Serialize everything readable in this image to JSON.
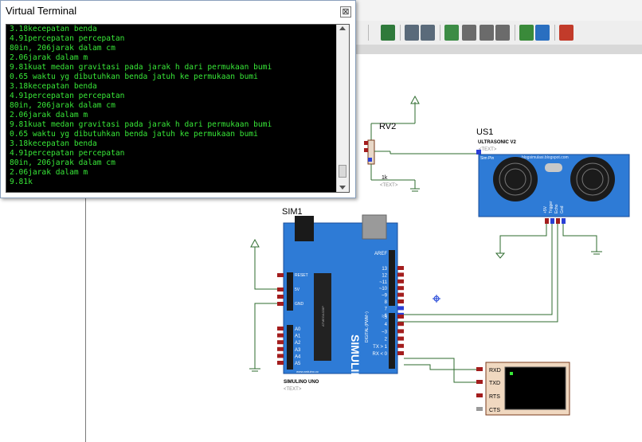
{
  "terminal": {
    "title": "Virtual Terminal",
    "close_glyph": "⊠",
    "lines": [
      "3.18kecepatan benda",
      "4.91percepatan percepatan",
      "80in, 206jarak dalam cm",
      "2.06jarak dalam m",
      "9.81kuat medan gravitasi pada jarak h dari permukaan bumi",
      "0.65 waktu yg dibutuhkan benda jatuh ke permukaan bumi",
      "3.18kecepatan benda",
      "4.91percepatan percepatan",
      "80in, 206jarak dalam cm",
      "2.06jarak dalam m",
      "9.81kuat medan gravitasi pada jarak h dari permukaan bumi",
      "0.65 waktu yg dibutuhkan benda jatuh ke permukaan bumi",
      "3.18kecepatan benda",
      "4.91percepatan percepatan",
      "80in, 206jarak dalam cm",
      "2.06jarak dalam m",
      "9.81k"
    ]
  },
  "schematic": {
    "rv2": {
      "ref": "RV2",
      "value": "1k",
      "text": "<TEXT>"
    },
    "us1": {
      "ref": "US1",
      "model": "ULTRASONIC V2",
      "text": "<TEXT>",
      "pin": "Sim Pin",
      "site": "blogsimulasi.blogspot.com",
      "pins": [
        "+5V",
        "Trigger",
        "Echo",
        "Gnd"
      ]
    },
    "sim1": {
      "ref": "SIM1",
      "model": "SIMULINO UNO",
      "text": "<TEXT>",
      "brand": "SIMULINO",
      "aref": "AREF",
      "digital_label": "DIGITAL (PWM~)",
      "left_pins": [
        "RESET",
        "5V",
        "GND"
      ],
      "analog_pins": [
        "A0",
        "A1",
        "A2",
        "A3",
        "A4",
        "A5"
      ],
      "digital_pins": [
        "13",
        "12",
        "~11",
        "~10",
        "~9",
        "8",
        "7",
        "~6",
        "~5",
        "4",
        "~3",
        "2",
        "TX > 1",
        "RX < 0"
      ],
      "chip_label": "ATMEGA328P",
      "site": "www.arduino.cc",
      "site2": "blogsimulasi.blogspot.com"
    },
    "term": {
      "pins": [
        "RXD",
        "TXD",
        "RTS",
        "CTS"
      ]
    }
  },
  "colors": {
    "terminal_text": "#38e838",
    "board_blue": "#2e7bd6",
    "wire_green": "#2e6b2e",
    "pin_red": "#a31d1d"
  }
}
